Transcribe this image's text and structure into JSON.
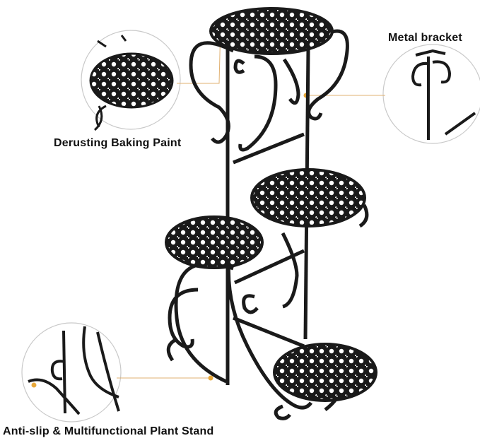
{
  "labels": {
    "metal_bracket": "Metal bracket",
    "derusting": "Derusting Baking Paint",
    "anti_slip": "Anti-slip & Multifunctional Plant Stand"
  },
  "colors": {
    "metal": "#1a1a1a",
    "accent": "#e8a83a",
    "callout_line": "#e0b070",
    "circle_stroke": "#c9c9c9"
  },
  "icons": {
    "trays": "ornate-round-tray-icon",
    "zoom": "magnifier-callout-icon"
  }
}
